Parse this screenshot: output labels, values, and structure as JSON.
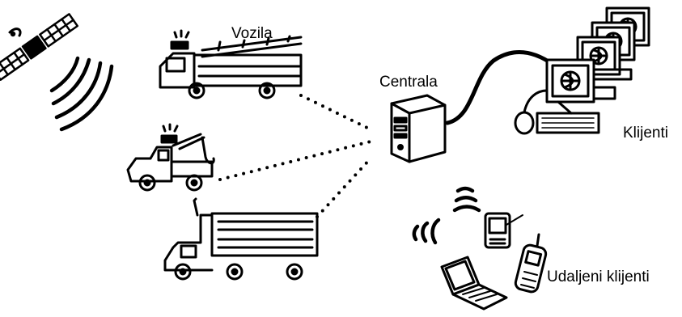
{
  "diagram": {
    "labels": {
      "vehicles": "Vozila",
      "central": "Centrala",
      "clients": "Klijenti",
      "remote_clients": "Udaljeni klijenti"
    },
    "nodes": [
      {
        "id": "satellite",
        "icon": "satellite-icon"
      },
      {
        "id": "fire-truck",
        "icon": "fire-truck-icon"
      },
      {
        "id": "tow-truck",
        "icon": "tow-truck-icon"
      },
      {
        "id": "semi-truck",
        "icon": "semi-truck-icon"
      },
      {
        "id": "central-server",
        "icon": "server-tower-icon"
      },
      {
        "id": "client-workstations",
        "icon": "computer-stack-icon"
      },
      {
        "id": "pda",
        "icon": "pda-icon"
      },
      {
        "id": "laptop",
        "icon": "laptop-icon"
      },
      {
        "id": "mobile-phone",
        "icon": "mobile-phone-icon"
      }
    ],
    "connections": [
      {
        "from": "fire-truck",
        "to": "central-server",
        "style": "dotted"
      },
      {
        "from": "tow-truck",
        "to": "central-server",
        "style": "dotted"
      },
      {
        "from": "semi-truck",
        "to": "central-server",
        "style": "dotted"
      },
      {
        "from": "central-server",
        "to": "client-workstations",
        "style": "cable"
      }
    ],
    "colors": {
      "ink": "#000000",
      "background": "#ffffff"
    }
  }
}
